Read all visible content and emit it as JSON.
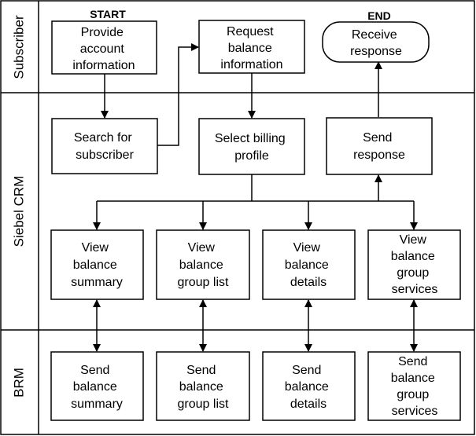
{
  "lanes": {
    "subscriber": "Subscriber",
    "siebel": "Siebel CRM",
    "brm": "BRM"
  },
  "markers": {
    "start": "START",
    "end": "END"
  },
  "boxes": {
    "provide": [
      "Provide",
      "account",
      "information"
    ],
    "request": [
      "Request",
      "balance",
      "information"
    ],
    "receive": [
      "Receive",
      "response"
    ],
    "search": [
      "Search for",
      "subscriber"
    ],
    "select": [
      "Select billing",
      "profile"
    ],
    "send_response": [
      "Send",
      "response"
    ],
    "view_summary": [
      "View",
      "balance",
      "summary"
    ],
    "view_group_list": [
      "View",
      "balance",
      "group list"
    ],
    "view_details": [
      "View",
      "balance",
      "details"
    ],
    "view_group_services": [
      "View",
      "balance",
      "group",
      "services"
    ],
    "send_summary": [
      "Send",
      "balance",
      "summary"
    ],
    "send_group_list": [
      "Send",
      "balance",
      "group list"
    ],
    "send_details": [
      "Send",
      "balance",
      "details"
    ],
    "send_group_services": [
      "Send",
      "balance",
      "group",
      "services"
    ]
  }
}
